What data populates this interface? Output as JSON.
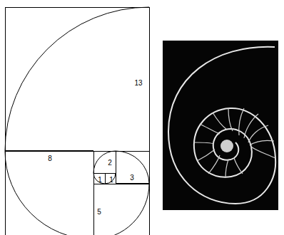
{
  "diagram": {
    "nodes": [
      {
        "text": [
          "13"
        ]
      },
      {
        "text": [
          "8"
        ]
      },
      {
        "text": [
          "2"
        ]
      },
      {
        "text": [
          "1"
        ]
      },
      {
        "text": [
          "1"
        ]
      },
      {
        "text": [
          "3"
        ]
      },
      {
        "text": [
          "5"
        ]
      }
    ]
  }
}
